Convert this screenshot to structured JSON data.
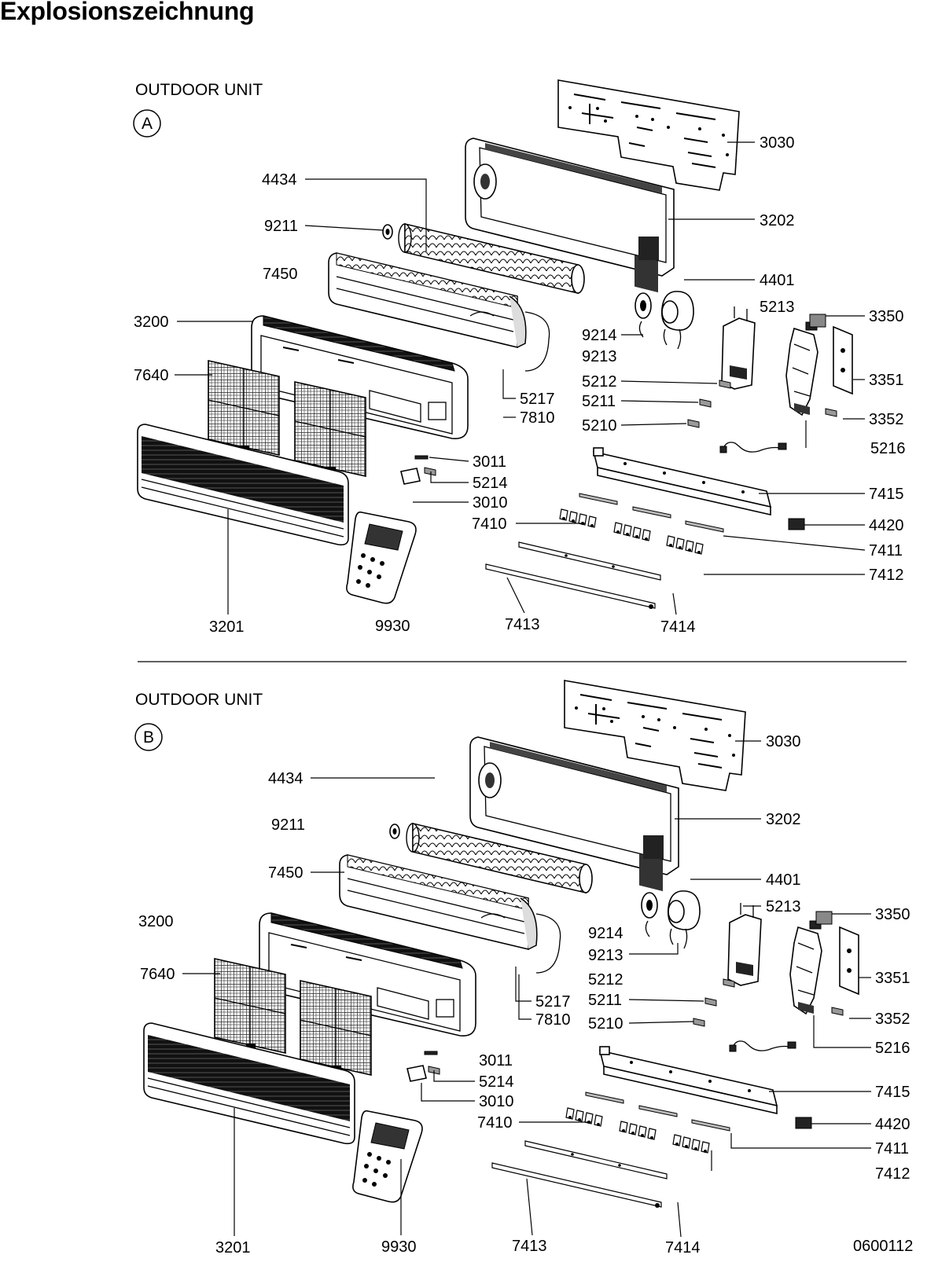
{
  "page": {
    "title": "Explosionszeichnung",
    "drawing_code": "0600112"
  },
  "sections": [
    {
      "name": "OUTDOOR UNIT",
      "marker": "A",
      "part_numbers": [
        "3030",
        "3202",
        "4434",
        "9211",
        "7450",
        "4401",
        "5213",
        "3350",
        "9214",
        "9213",
        "3200",
        "3351",
        "7640",
        "5212",
        "5211",
        "5217",
        "7810",
        "3352",
        "5210",
        "5216",
        "3011",
        "5214",
        "3010",
        "7415",
        "7410",
        "4420",
        "7411",
        "7412",
        "3201",
        "9930",
        "7413",
        "7414"
      ]
    },
    {
      "name": "OUTDOOR UNIT",
      "marker": "B",
      "part_numbers": [
        "3030",
        "4434",
        "3202",
        "9211",
        "7450",
        "4401",
        "5213",
        "3350",
        "9214",
        "9213",
        "3200",
        "3351",
        "7640",
        "5212",
        "5211",
        "5217",
        "7810",
        "3352",
        "5210",
        "5216",
        "3011",
        "5214",
        "3010",
        "7415",
        "7410",
        "4420",
        "7411",
        "7412",
        "3201",
        "9930",
        "7413",
        "7414"
      ]
    }
  ]
}
